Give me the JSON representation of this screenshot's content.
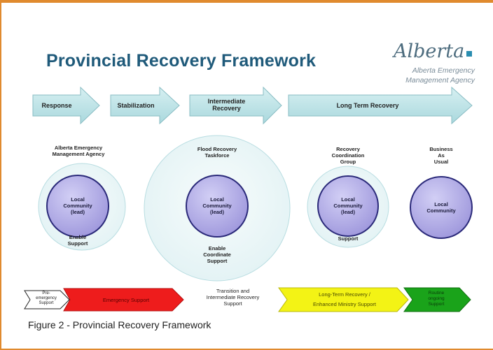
{
  "title": "Provincial Recovery Framework",
  "logo": {
    "script_text": "Alberta",
    "subtitle_line1": "Alberta Emergency",
    "subtitle_line2": "Management Agency"
  },
  "phase_arrows": [
    {
      "label": "Response"
    },
    {
      "label": "Stabilization"
    },
    {
      "label_line1": "Intermediate",
      "label_line2": "Recovery"
    },
    {
      "label": "Long Term Recovery"
    }
  ],
  "circles": [
    {
      "top_line1": "Alberta Emergency",
      "top_line2": "Management Agency",
      "inner_line1": "Local",
      "inner_line2": "Community",
      "inner_line3": "(lead)",
      "bottom_line1": "Enable",
      "bottom_line2": "Support"
    },
    {
      "top_line1": "Flood Recovery",
      "top_line2": "Taskforce",
      "inner_line1": "Local",
      "inner_line2": "Community",
      "inner_line3": "(lead)",
      "bottom_line1": "Enable",
      "bottom_line2": "Coordinate",
      "bottom_line3": "Support"
    },
    {
      "top_line1": "Recovery",
      "top_line2": "Coordination",
      "top_line3": "Group",
      "inner_line1": "Local",
      "inner_line2": "Community",
      "inner_line3": "(lead)",
      "bottom_line1": "Support"
    },
    {
      "top_line1": "Business",
      "top_line2": "As",
      "top_line3": "Usual",
      "inner_line1": "Local",
      "inner_line2": "Community"
    }
  ],
  "support_bar": {
    "pre_emergency_line1": "Pre-",
    "pre_emergency_line2": "emergency",
    "pre_emergency_line3": "Support",
    "emergency": "Emergency Support",
    "transition_line1": "Transition and",
    "transition_line2": "Intermediate Recovery",
    "transition_line3": "Support",
    "long_term_line1": "Long-Term Recovery /",
    "long_term_line2": "Enhanced Ministry Support",
    "routine_line1": "Routine",
    "routine_line2": "ongoing",
    "routine_line3": "Support"
  },
  "caption": "Figure 2 - Provincial Recovery Framework",
  "colors": {
    "border": "#e08a2e",
    "title": "#1f5a7a",
    "phase_arrow": "#bfe3e6",
    "outer_circle": "#ebf6f7",
    "inner_circle": "#b3aee6",
    "emergency": "#ee1c1c",
    "long_term": "#f3f315",
    "routine": "#1aa31a"
  }
}
